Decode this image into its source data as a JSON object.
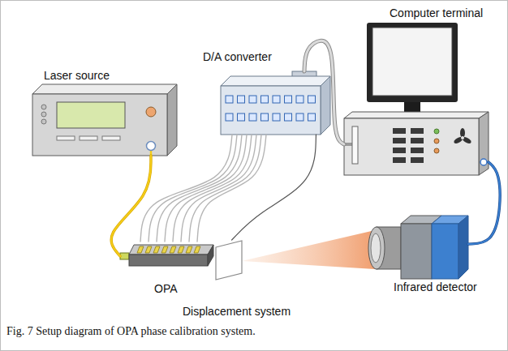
{
  "diagram": {
    "caption": "Fig. 7 Setup diagram of OPA phase calibration system.",
    "nodes": [
      {
        "text": [
          "Computer terminal"
        ]
      },
      {
        "text": [
          "D/A converter"
        ]
      },
      {
        "text": [
          "Laser source"
        ]
      },
      {
        "text": [
          "OPA"
        ]
      },
      {
        "text": [
          "Infrared detector"
        ]
      },
      {
        "text": [
          "Displacement system"
        ]
      }
    ],
    "edges": [
      {
        "from": 2,
        "to": 3,
        "arrow": "none"
      },
      {
        "from": 3,
        "to": 1,
        "arrow": "none"
      },
      {
        "from": 1,
        "to": 0,
        "arrow": "none"
      },
      {
        "from": 1,
        "to": 5,
        "arrow": "none"
      },
      {
        "from": 4,
        "to": 0,
        "arrow": "none"
      }
    ]
  }
}
